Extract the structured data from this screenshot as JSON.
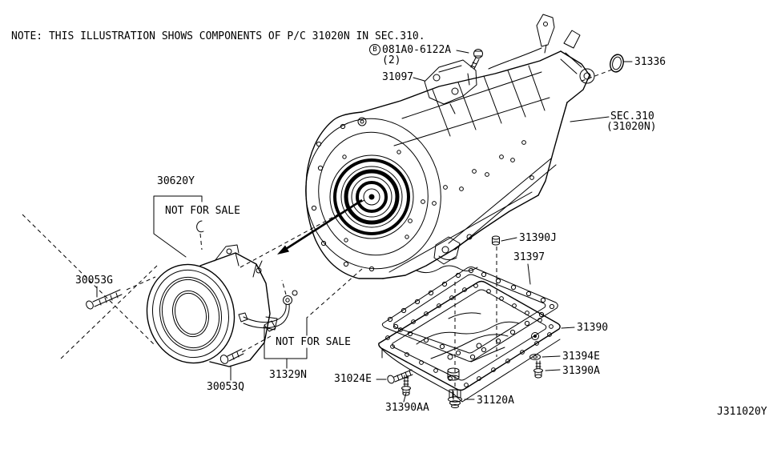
{
  "note": "NOTE: THIS ILLUSTRATION SHOWS COMPONENTS OF P/C 31020N IN SEC.310.",
  "labels": {
    "bolt_ref_prefix": "B",
    "bolt_ref": "081A0-6122A",
    "bolt_ref_qty": "(2)",
    "p31097": "31097",
    "p31336": "31336",
    "sec_line1": "SEC.310",
    "sec_line2": "(31020N)",
    "p30620Y": "30620Y",
    "not_for_sale": "NOT FOR SALE",
    "p30053G": "30053G",
    "p30053Q": "30053Q",
    "p31329N": "31329N",
    "p31024E": "31024E",
    "p31390AA": "31390AA",
    "p31120A": "31120A",
    "p31390J": "31390J",
    "p31397": "31397",
    "p31390": "31390",
    "p31394E": "31394E",
    "p31390A": "31390A",
    "diagram_id": "J311020Y"
  },
  "colors": {
    "line": "#000000",
    "background": "#ffffff"
  }
}
